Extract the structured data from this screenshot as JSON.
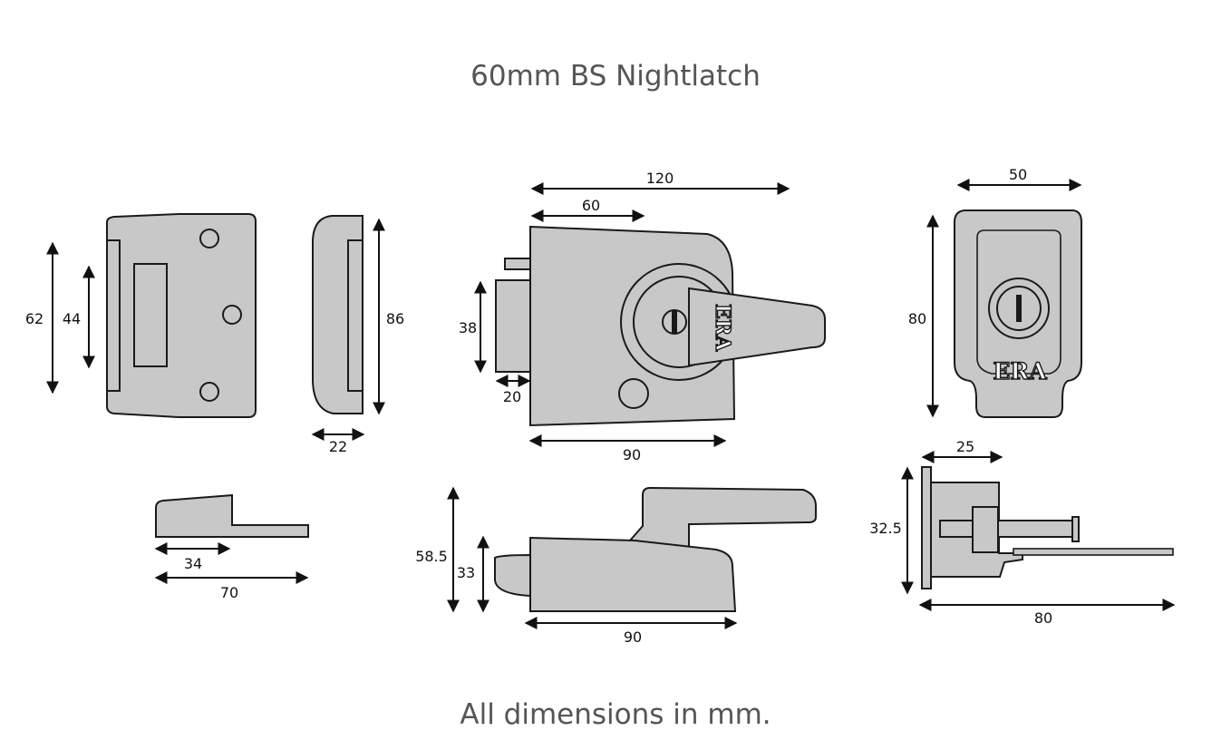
{
  "title": "60mm BS Nightlatch",
  "footer": "All dimensions in mm.",
  "brand_mark": "ERA",
  "colors": {
    "part_fill": "#c8c8c8",
    "outline": "#1a1a1a",
    "text": "#555555"
  },
  "dimensions": {
    "keep_overall_height": "62",
    "keep_slot_height": "44",
    "keep_side_height": "86",
    "keep_side_depth": "22",
    "case_width": "120",
    "case_half_width": "60",
    "bolt_height": "38",
    "bolt_throw": "20",
    "case_body_width": "90",
    "cylinder_width": "50",
    "cylinder_height": "80",
    "keep_base_short": "34",
    "keep_base_long": "70",
    "case_side_overall": "58.5",
    "case_side_body": "33",
    "case_side_width": "90",
    "cylinder_side_flange": "25",
    "cylinder_side_height": "32.5",
    "cylinder_side_length": "80"
  }
}
